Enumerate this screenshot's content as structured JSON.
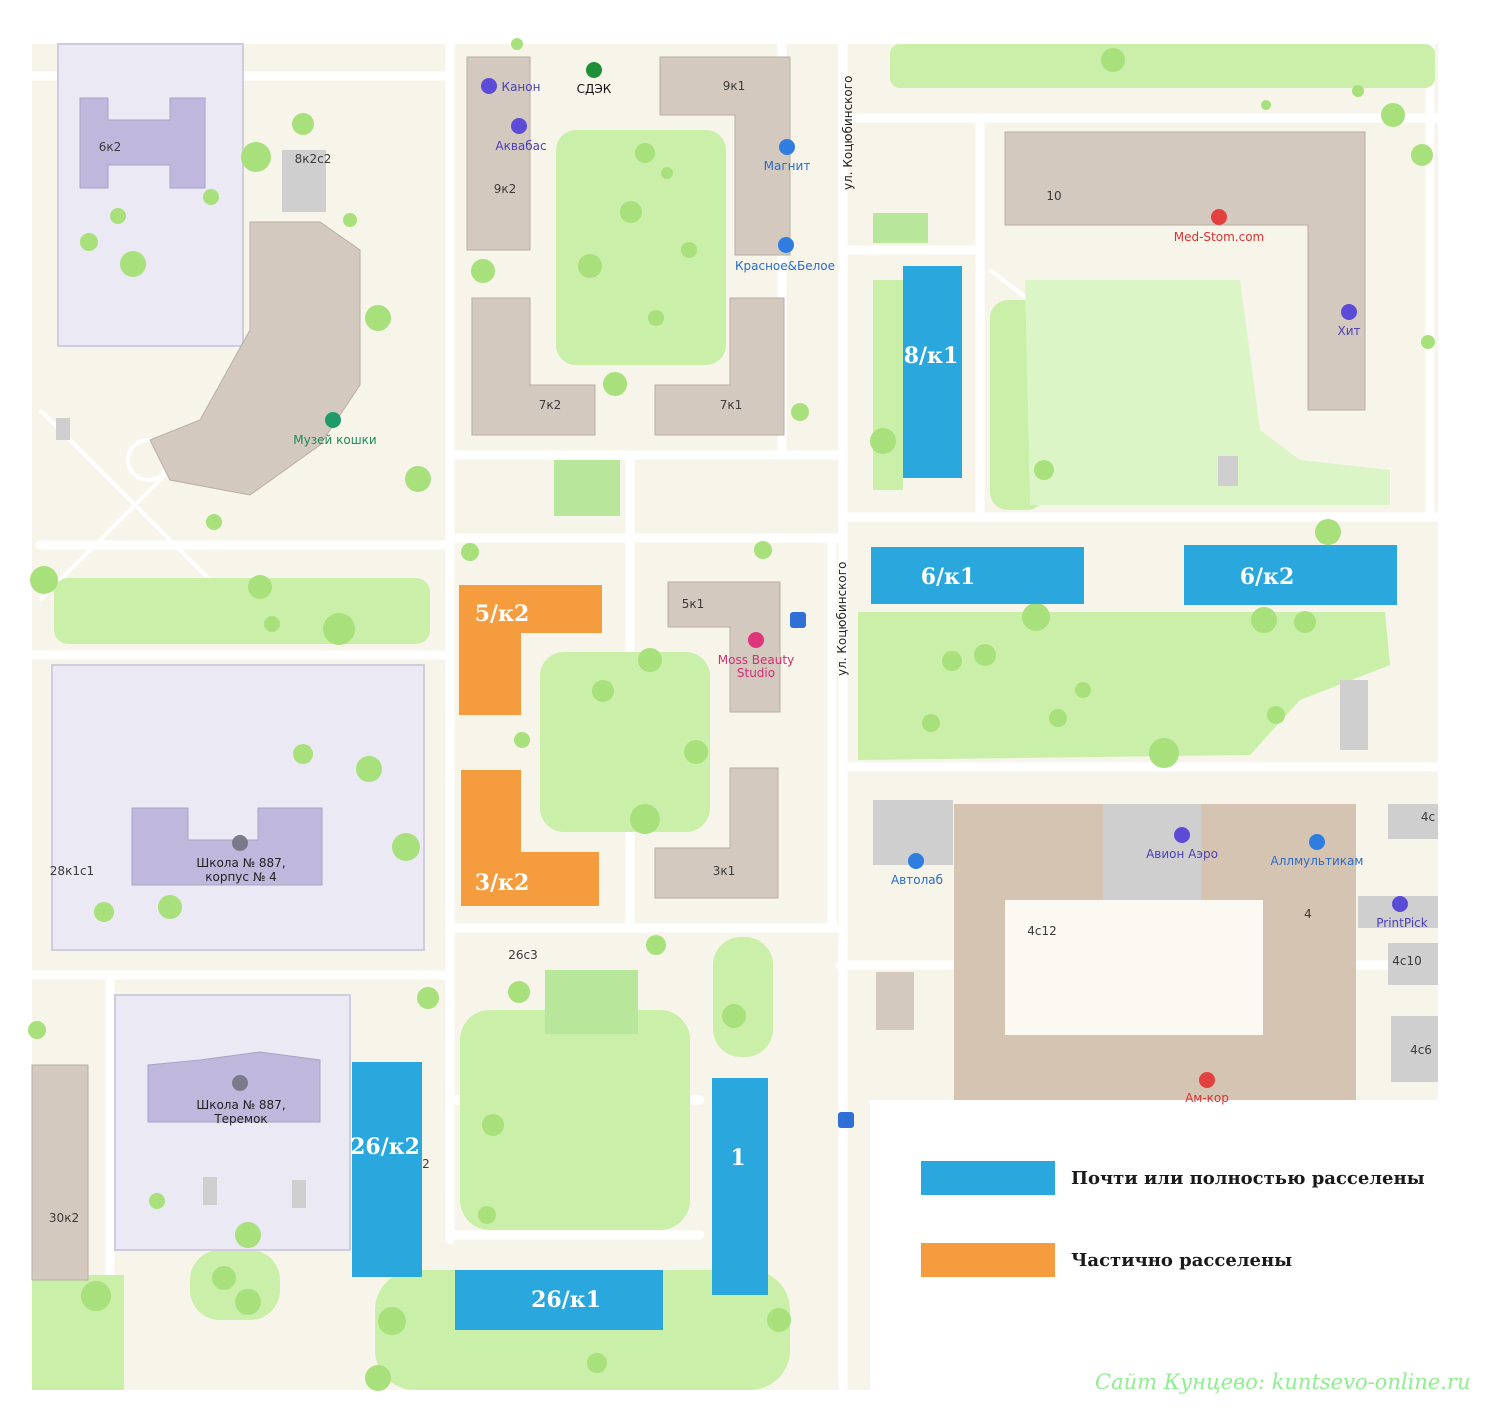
{
  "colors": {
    "ground": "#f7f4e9",
    "park": "#c9efa9",
    "park_light": "#dcf5c6",
    "tree": "#a8e07c",
    "building": "#d3c9bf",
    "building_side": "#b9aea3",
    "school": "#bfb8dc",
    "school_zone": "#ebe9f4",
    "industrial": "#d6c4b2",
    "gray_block": "#cfcfcf",
    "resettled_full": "#2aa7dc",
    "resettled_partial": "#f59c3f",
    "credit": "#90ee90"
  },
  "buildings": {
    "b_6k2": "6к2",
    "b_8k2c2": "8к2с2",
    "b_9k1": "9к1",
    "b_9k2": "9к2",
    "b_7k2": "7к2",
    "b_7k1": "7к1",
    "b_10": "10",
    "b_5k1": "5к1",
    "b_3k1": "3к1",
    "b_26c3": "26с3",
    "b_28k1c1": "28к1с1",
    "b_30k2": "30к2",
    "b_4c12": "4с12",
    "b_4": "4",
    "b_4c10": "4с10",
    "b_4c6": "4с6",
    "b_4c": "4с",
    "b_2": "2"
  },
  "pois": {
    "kanon": "Канон",
    "cdek": "СДЭК",
    "akvabas": "Аквабас",
    "magnit": "Магнит",
    "krasnoe": "Красное&Белое",
    "medstom": "Med-Stom.com",
    "hit": "Хит",
    "muzey": "Музей кошки",
    "moss1": "Moss Beauty",
    "moss2": "Studio",
    "school1a": "Школа № 887,",
    "school1b": "корпус № 4",
    "school2a": "Школа № 887,",
    "school2b": "Теремок",
    "avion": "Авион Аэро",
    "allmult": "Аллмультикам",
    "avtolab": "Автолаб",
    "printpick": "PrintPick",
    "amkor": "Ам-кор"
  },
  "streets": {
    "kotsyubinskogo_1": "ул. Коцюбинского",
    "kotsyubinskogo_2": "ул. Коцюбинского"
  },
  "highlights": {
    "h_8k1": "8/к1",
    "h_6k1": "6/к1",
    "h_6k2": "6/к2",
    "h_5k2": "5/к2",
    "h_3k2": "3/к2",
    "h_26k2": "26/к2",
    "h_26k1": "26/к1",
    "h_1": "1"
  },
  "legend": {
    "full": "Почти или полностью расселены",
    "partial": "Частично расселены"
  },
  "credit": "Сайт Кунцево:  kuntsevo-online.ru"
}
